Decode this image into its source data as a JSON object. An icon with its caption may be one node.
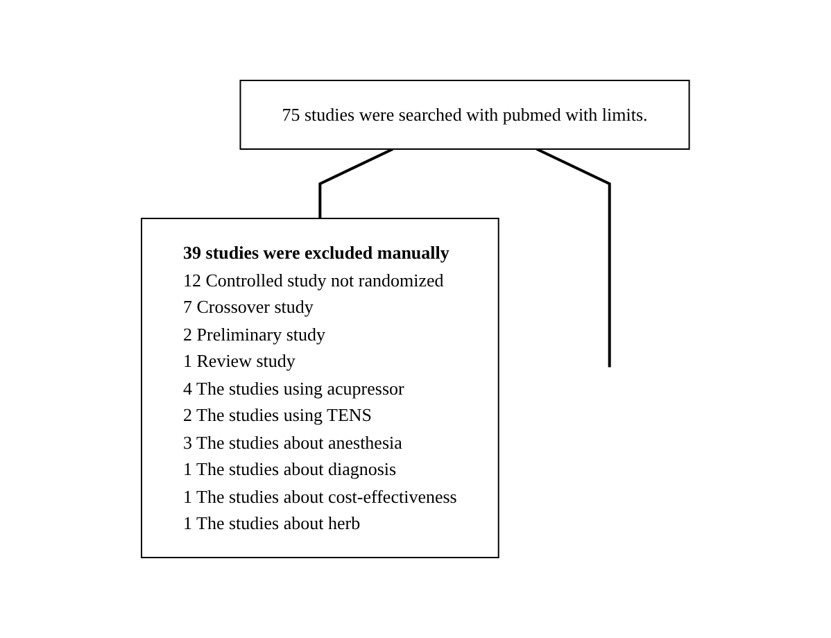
{
  "diagram": {
    "nodes": [
      {
        "text": [
          "75 studies were searched with pubmed with limits."
        ]
      },
      {
        "text": [
          "39 studies were excluded manually",
          "12 Controlled study not randomized",
          "7 Crossover study",
          "2 Preliminary study",
          "1 Review study",
          "4 The studies using acupressor",
          "2 The studies using TENS",
          "3 The studies about anesthesia",
          "1 The studies about diagnosis",
          "1 The studies about cost-effectiveness",
          "1 The studies about herb"
        ]
      }
    ],
    "edges": [
      {
        "from": 0,
        "to": 1,
        "arrow": "none"
      },
      {
        "from": 0,
        "to": null,
        "arrow": "none"
      }
    ]
  }
}
